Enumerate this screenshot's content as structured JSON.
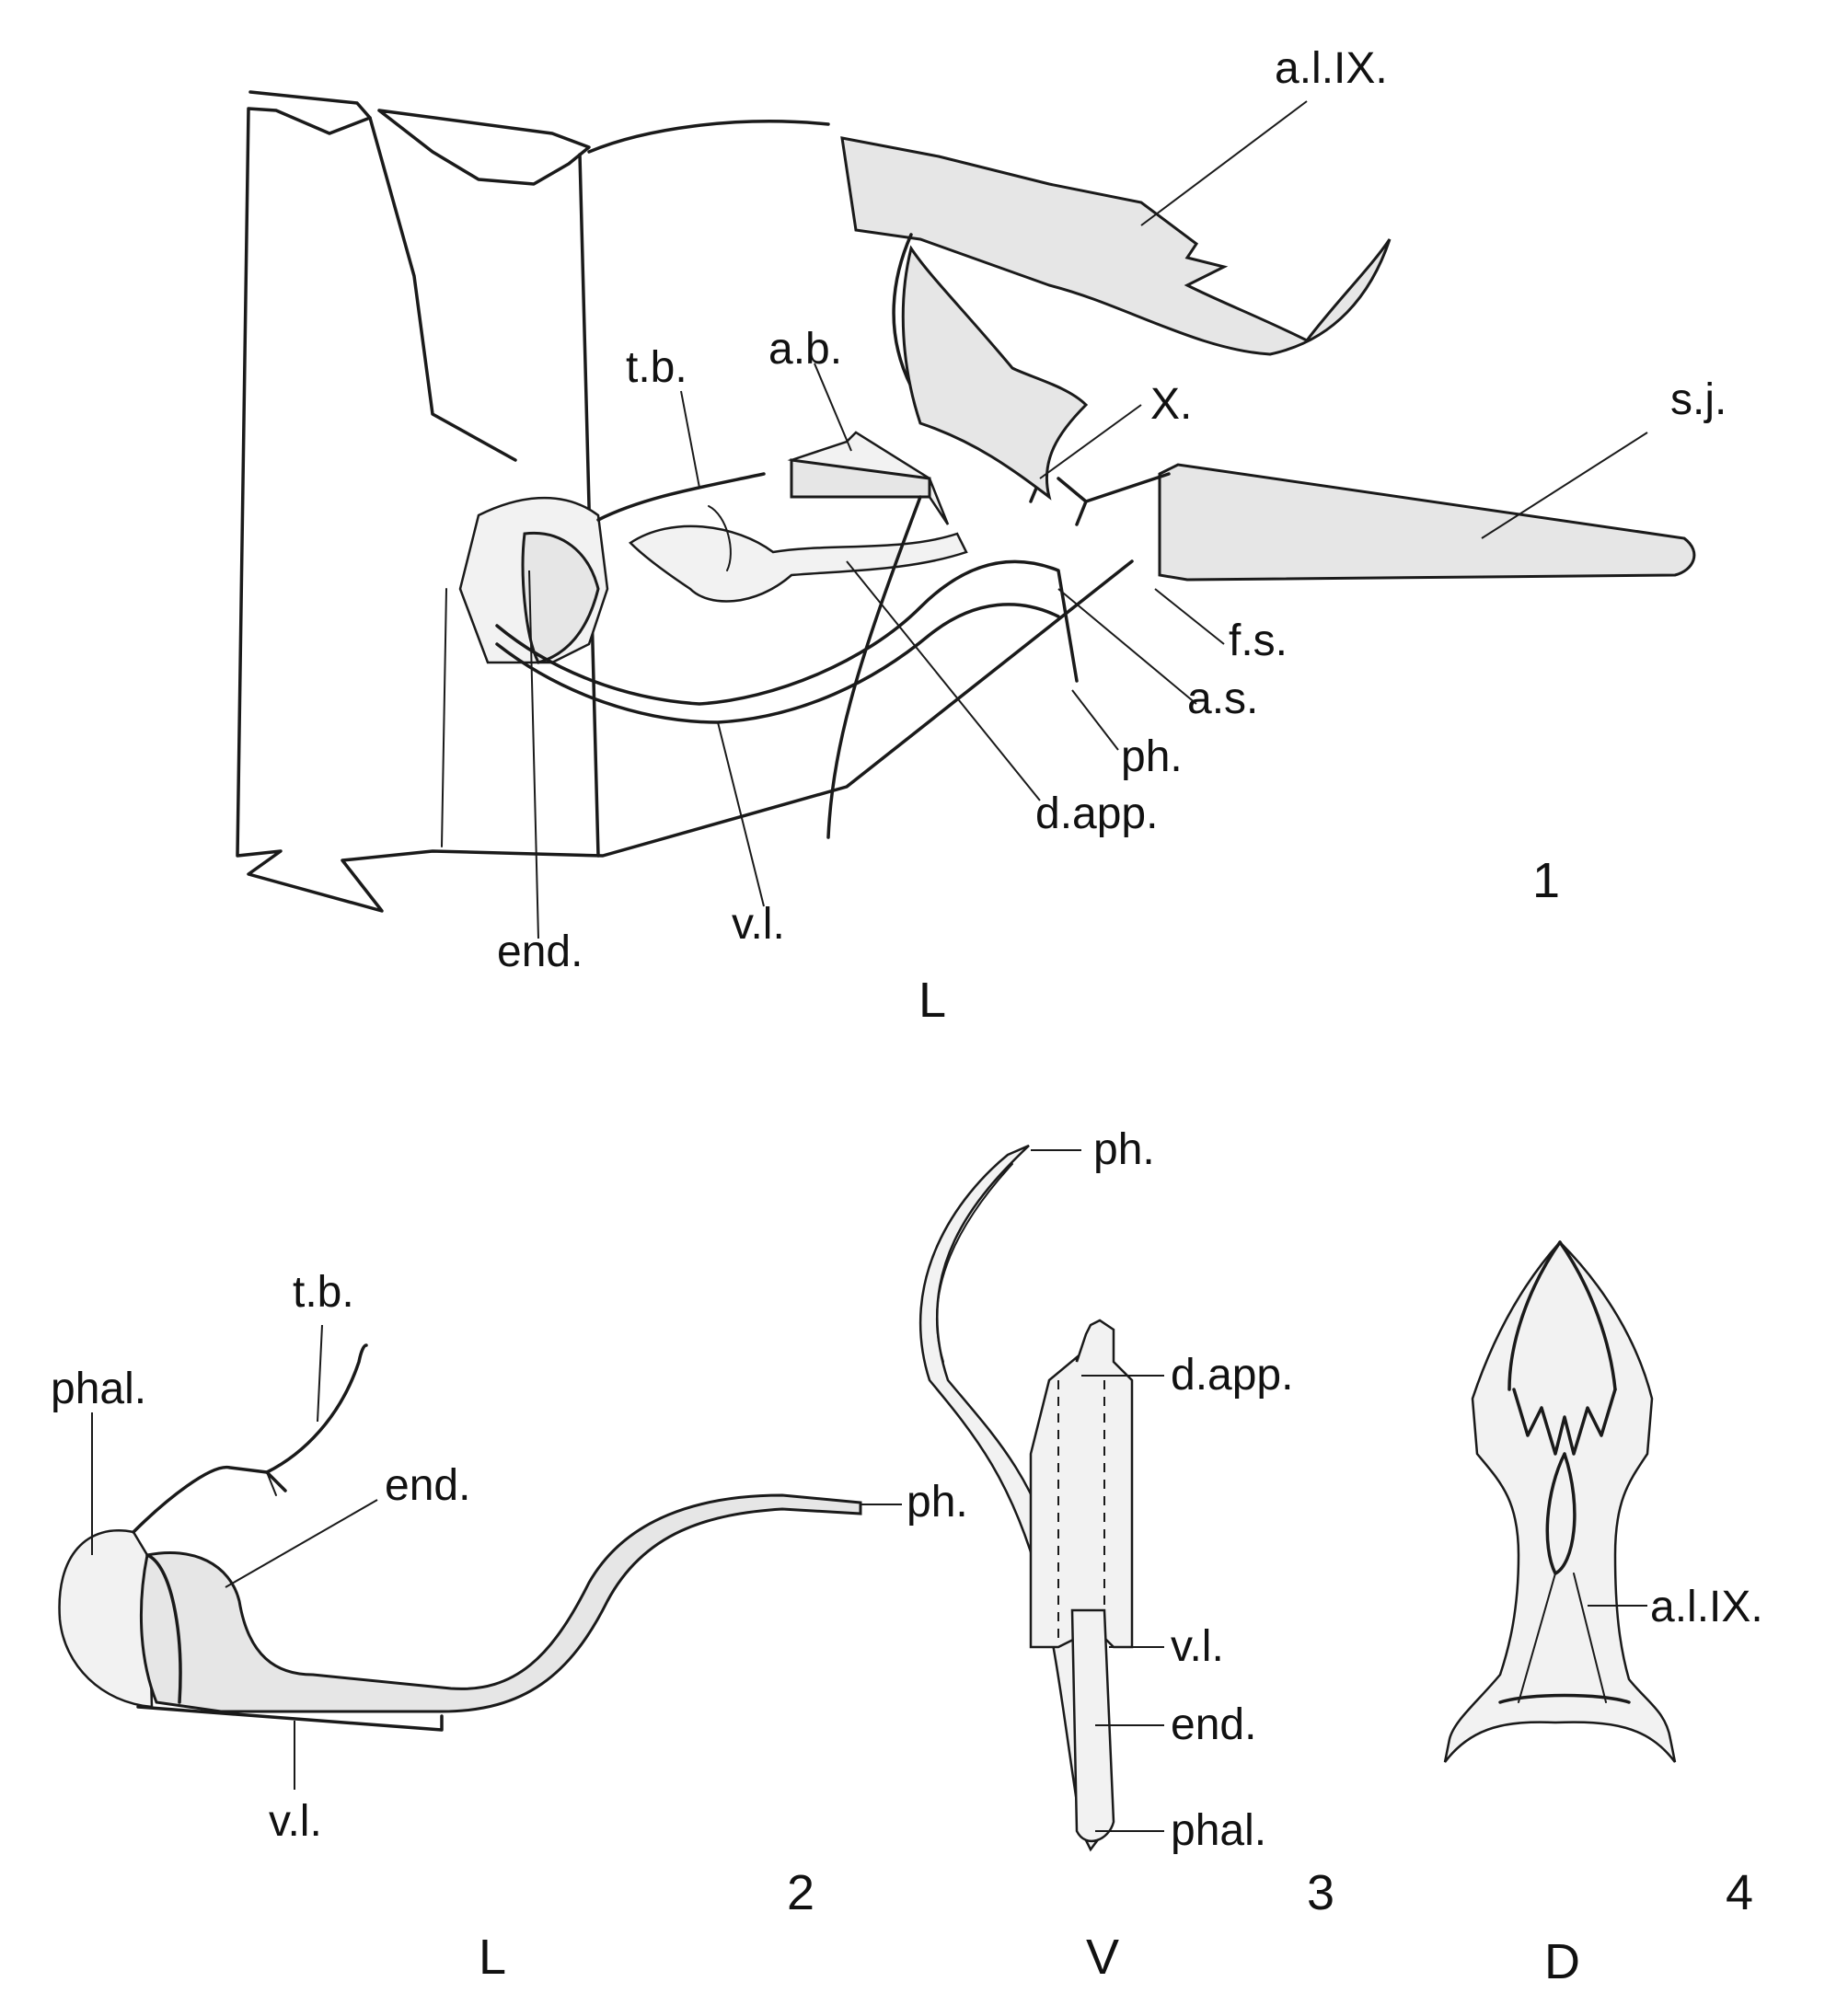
{
  "figures": [
    {
      "number": "1",
      "view": "L",
      "labels": [
        "a.l.IX.",
        "t.b.",
        "a.b.",
        "X.",
        "s.j.",
        "f.s.",
        "a.s.",
        "ph.",
        "d.app.",
        "v.l.",
        "end."
      ]
    },
    {
      "number": "2",
      "view": "L",
      "labels": [
        "t.b.",
        "phal.",
        "end.",
        "ph.",
        "v.l."
      ]
    },
    {
      "number": "3",
      "view": "V",
      "labels": [
        "ph.",
        "d.app.",
        "v.l.",
        "end.",
        "phal."
      ]
    },
    {
      "number": "4",
      "view": "D",
      "labels": [
        "a.l.IX."
      ]
    }
  ]
}
